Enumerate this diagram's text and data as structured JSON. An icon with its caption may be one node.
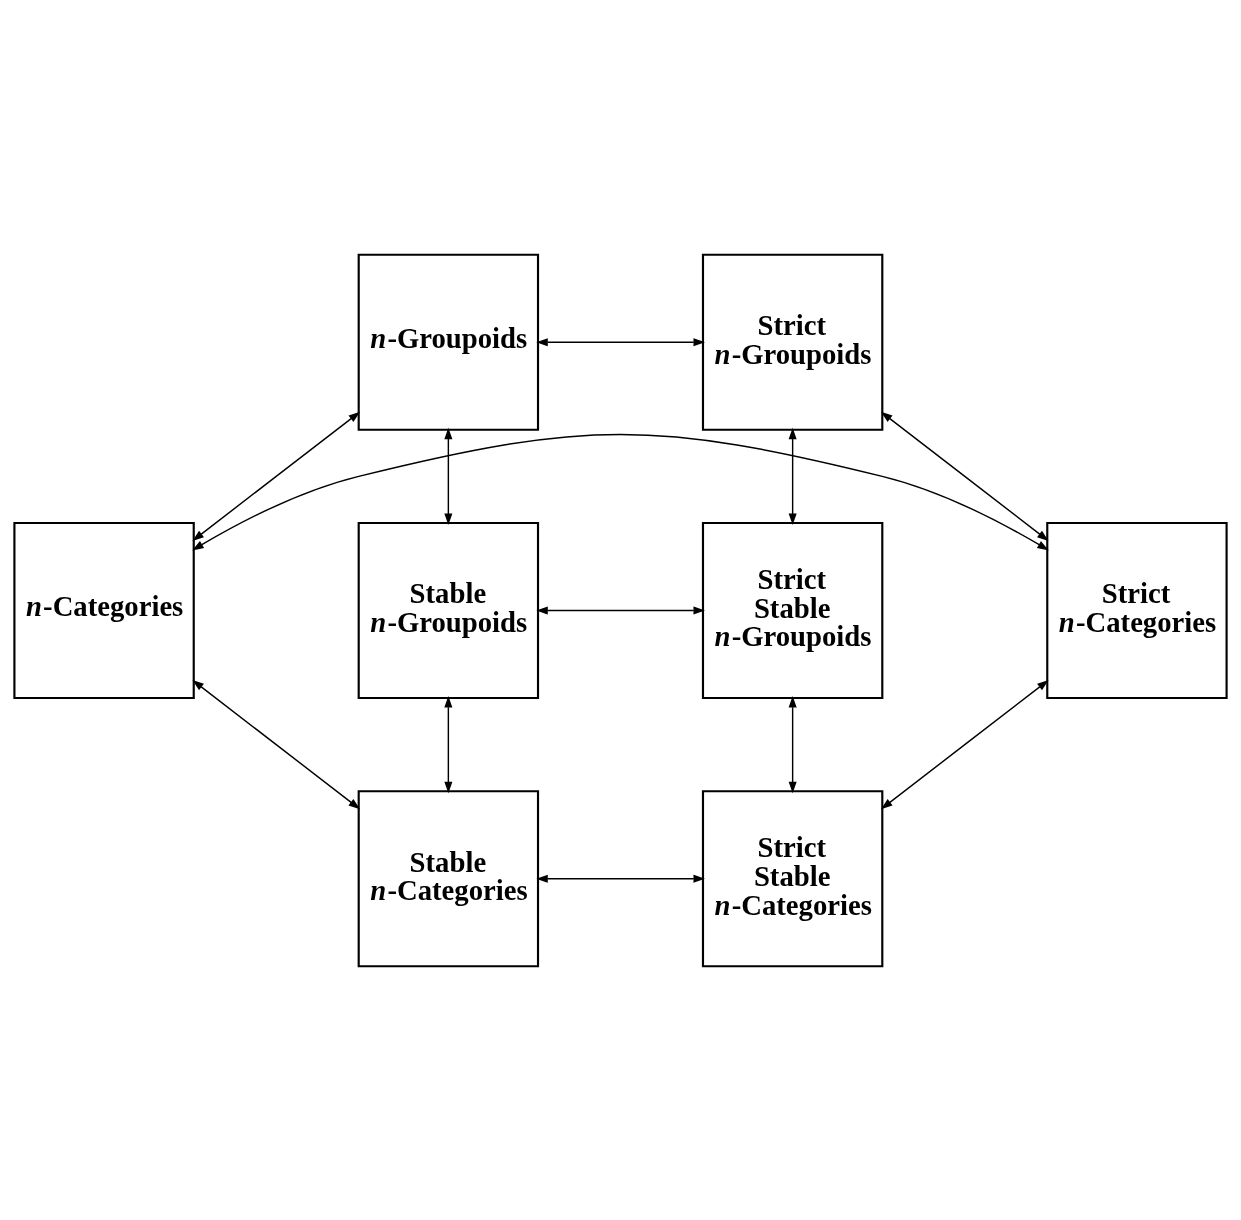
{
  "diagram": {
    "nodes": [
      {
        "text": [
          "Stable *n*-Groupoids"
        ]
      },
      {
        "text": [
          "Strict Stable *n*-Groupoids"
        ]
      },
      {
        "text": [
          "*n*-Groupoids"
        ]
      },
      {
        "text": [
          "Strict *n*-Groupoids"
        ]
      },
      {
        "text": [
          "Stable *n*-Categories"
        ]
      },
      {
        "text": [
          "Strict Stable *n*-Categories"
        ]
      },
      {
        "text": [
          "*n*-Categories"
        ]
      },
      {
        "text": [
          "Strict *n*-Categories"
        ]
      }
    ],
    "edges": [
      {
        "from": 0,
        "to": 1,
        "arrow": "both"
      },
      {
        "from": 2,
        "to": 0,
        "arrow": "both"
      },
      {
        "from": 3,
        "to": 1,
        "arrow": "both"
      },
      {
        "from": 2,
        "to": 3,
        "arrow": "both"
      },
      {
        "from": 0,
        "to": 4,
        "arrow": "both"
      },
      {
        "from": 1,
        "to": 5,
        "arrow": "both"
      },
      {
        "from": 2,
        "to": 6,
        "arrow": "both"
      },
      {
        "from": 3,
        "to": 7,
        "arrow": "both"
      },
      {
        "from": 4,
        "to": 5,
        "arrow": "both"
      },
      {
        "from": 6,
        "to": 4,
        "arrow": "both"
      },
      {
        "from": 7,
        "to": 5,
        "arrow": "both"
      },
      {
        "from": 6,
        "to": 7,
        "arrow": "both"
      }
    ]
  }
}
